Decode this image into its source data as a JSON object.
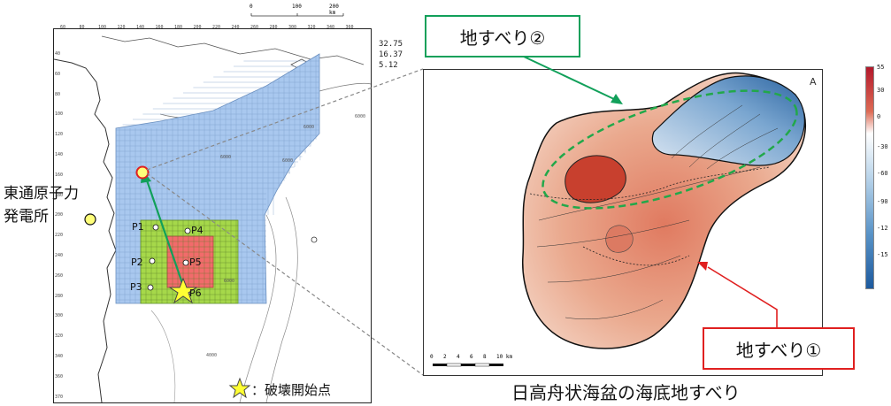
{
  "scale_bar": {
    "ticks": [
      "0",
      "100",
      "200 km"
    ]
  },
  "left_map": {
    "lat_ticks": [
      "40",
      "60",
      "80",
      "100",
      "120",
      "140",
      "160",
      "180",
      "200",
      "220",
      "240",
      "260",
      "280",
      "300",
      "320",
      "340",
      "360",
      "370"
    ],
    "lon_ticks": [
      "60",
      "80",
      "100",
      "120",
      "140",
      "160",
      "180",
      "200",
      "220",
      "240",
      "260",
      "280",
      "300",
      "320",
      "340",
      "360"
    ],
    "legend": [
      {
        "value": "32.75",
        "color": "#f26b6b"
      },
      {
        "value": "16.37",
        "color": "#a6d84a"
      },
      {
        "value": "5.12",
        "color": "#9fc3ee"
      }
    ],
    "points": [
      "P1",
      "P2",
      "P3",
      "P4",
      "P5",
      "P6"
    ],
    "depth_labels": [
      "6000",
      "6000",
      "6000",
      "6000",
      "6000",
      "4000"
    ]
  },
  "plant_label_line1": "東通原子力",
  "plant_label_line2": "発電所",
  "star_legend": "：破壊開始点",
  "callout_2": "地すべり②",
  "callout_1": "地すべり①",
  "caption": "日高舟状海盆の海底地すべり",
  "right_map": {
    "north_arrow": "A",
    "scale_ticks": [
      "0",
      "2",
      "4",
      "6",
      "8",
      "10 km"
    ],
    "colorbar_ticks": [
      "55",
      "30",
      "0",
      "-30",
      "-60",
      "-90",
      "-12",
      "-15"
    ],
    "colors": {
      "positive": "#c8402e",
      "negative": "#2e6ea8"
    }
  }
}
